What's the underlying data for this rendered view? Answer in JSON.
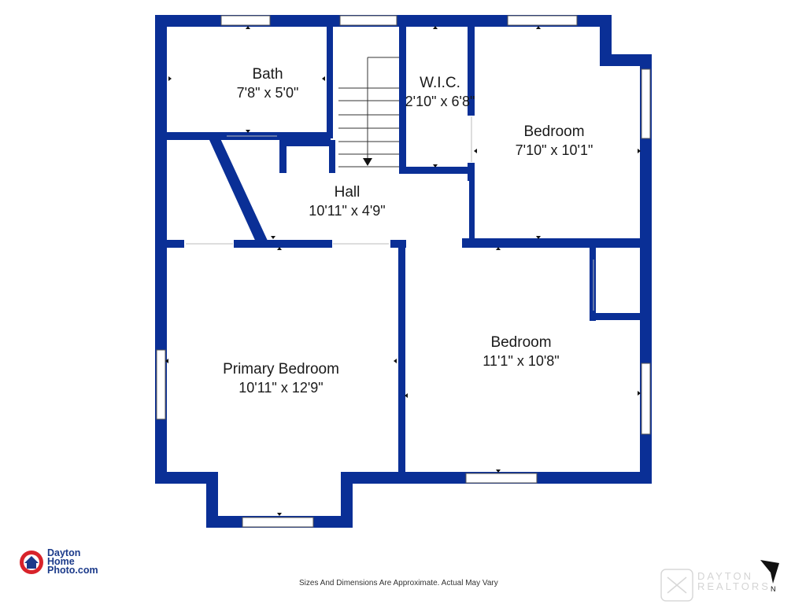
{
  "rooms": [
    {
      "key": "bath",
      "name": "Bath",
      "dims": "7'8\" x 5'0\""
    },
    {
      "key": "wic",
      "name": "W.I.C.",
      "dims": "2'10\" x 6'8\""
    },
    {
      "key": "bedroom_ne",
      "name": "Bedroom",
      "dims": "7'10\" x 10'1\""
    },
    {
      "key": "hall",
      "name": "Hall",
      "dims": "10'11\" x 4'9\""
    },
    {
      "key": "primary",
      "name": "Primary Bedroom",
      "dims": "10'11\" x 12'9\""
    },
    {
      "key": "bedroom_se",
      "name": "Bedroom",
      "dims": "11'1\" x 10'8\""
    }
  ],
  "disclaimer": "Sizes And Dimensions Are Approximate. Actual May Vary",
  "logo": {
    "line1": "Dayton",
    "line2": "Home",
    "line3": "Photo.com"
  },
  "watermark": {
    "line1": "DAYTON",
    "line2": "REALTORS"
  },
  "north_label": "N",
  "colors": {
    "wall": "#0a2f96",
    "logo_red": "#d8232a",
    "logo_blue": "#1b3a8a",
    "watermark": "#d4d4d4"
  }
}
